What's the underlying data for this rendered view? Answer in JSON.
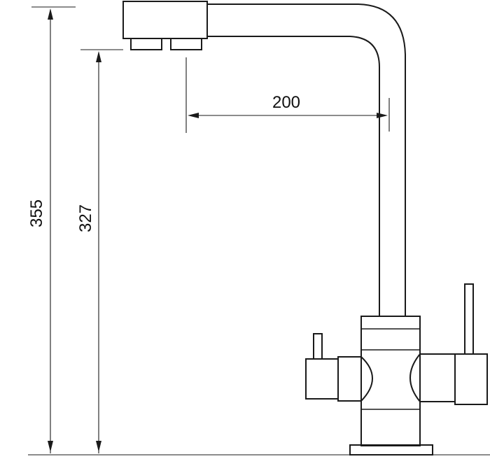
{
  "drawing": {
    "subject": "faucet-dimensions",
    "stroke_color": "#1a1a1a",
    "background": "#ffffff"
  },
  "dimensions": {
    "total_height": "355",
    "outlet_height": "327",
    "reach": "200"
  }
}
